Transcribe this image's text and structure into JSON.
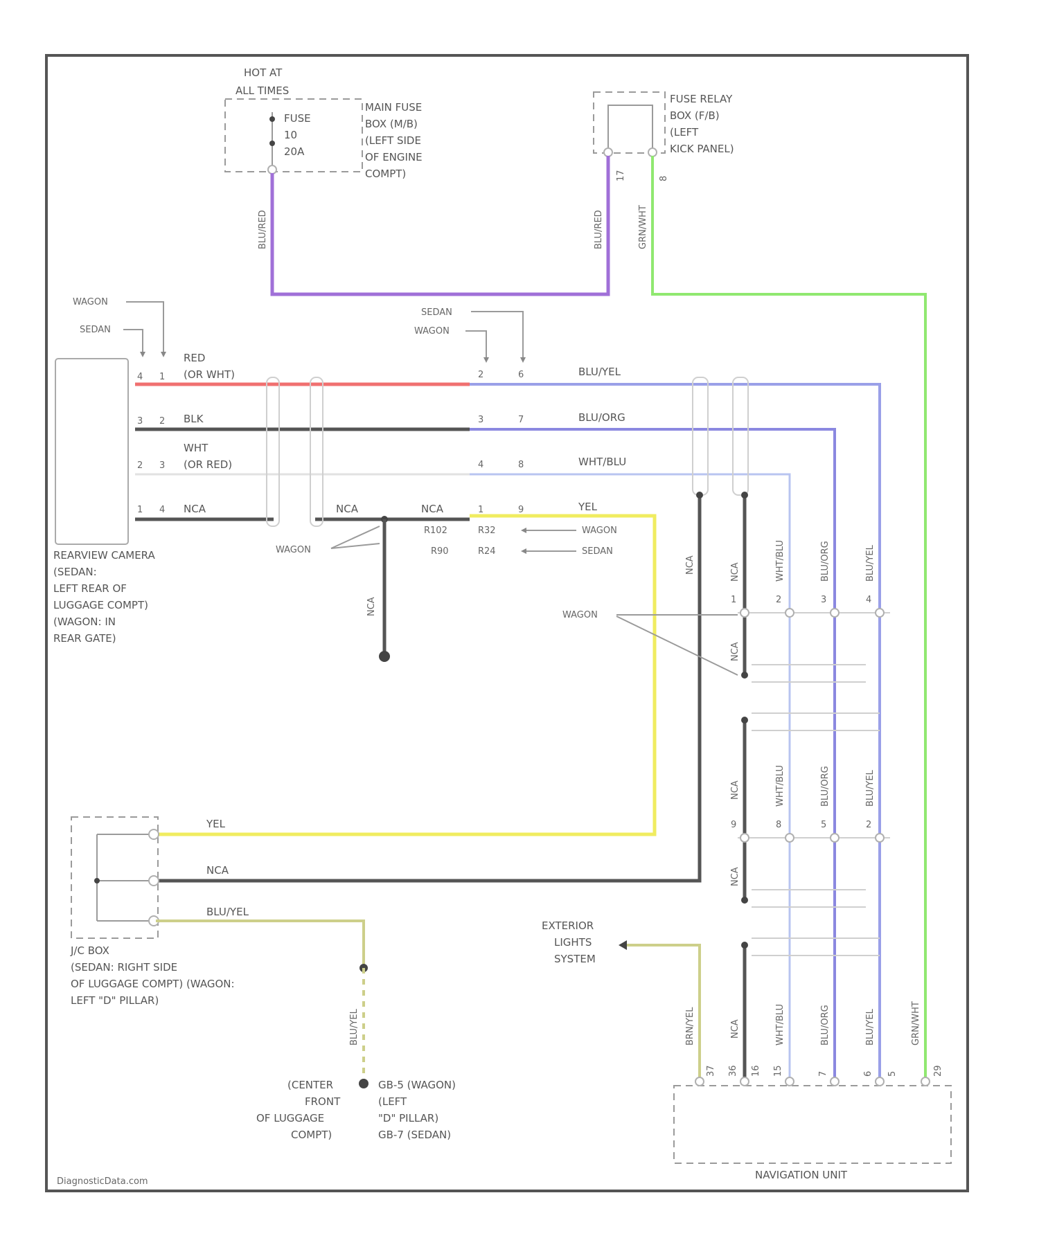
{
  "labels": {
    "hot_at_all_times": [
      "HOT AT",
      "ALL TIMES"
    ],
    "fuse": [
      "FUSE",
      "10",
      "20A"
    ],
    "main_fuse_box": [
      "MAIN FUSE",
      "BOX (M/B)",
      "(LEFT SIDE",
      "OF ENGINE",
      "COMPT)"
    ],
    "fuse_relay_box": [
      "FUSE RELAY",
      "BOX (F/B)",
      "(LEFT",
      "KICK PANEL)"
    ],
    "fuse_relay_pins": [
      "17",
      "8"
    ],
    "camera": [
      "REARVIEW CAMERA",
      "(SEDAN:",
      "LEFT REAR OF",
      "LUGGAGE COMPT)",
      "(WAGON: IN",
      "REAR GATE)"
    ],
    "jc_box": [
      "J/C BOX",
      "(SEDAN: RIGHT SIDE",
      "OF LUGGAGE COMPT) (WAGON:",
      "LEFT \"D\" PILLAR)"
    ],
    "ground_left": [
      "(CENTER",
      "FRONT",
      "OF LUGGAGE",
      "COMPT)"
    ],
    "ground_right": [
      "GB-5 (WAGON)",
      "(LEFT",
      "\"D\" PILLAR)",
      "GB-7 (SEDAN)"
    ],
    "exterior_lights": [
      "EXTERIOR",
      "LIGHTS",
      "SYSTEM"
    ],
    "navigation_unit": "NAVIGATION UNIT",
    "watermark": "DiagnosticData.com",
    "wagon": "WAGON",
    "sedan": "SEDAN",
    "wire_blu_red": "BLU/RED",
    "wire_grn_wht": "GRN/WHT",
    "wire_red": "RED",
    "wire_or_wht": "(OR WHT)",
    "wire_blk": "BLK",
    "wire_wht": "WHT",
    "wire_or_red": "(OR RED)",
    "wire_nca": "NCA",
    "wire_blu_yel": "BLU/YEL",
    "wire_blu_org": "BLU/ORG",
    "wire_wht_blu": "WHT/BLU",
    "wire_yel": "YEL",
    "wire_brn_yel": "BRN/YEL",
    "r102": "R102",
    "r90": "R90",
    "r32": "R32",
    "r24": "R24",
    "cam_pins_sedan": [
      "4",
      "3",
      "2",
      "1"
    ],
    "cam_pins_wagon": [
      "1",
      "2",
      "3",
      "4"
    ],
    "nav_pins": [
      "37",
      "36",
      "16",
      "15",
      "7",
      "6",
      "5",
      "29"
    ],
    "branch_pins_upper": [
      "1",
      "2",
      "3",
      "4"
    ],
    "branch_pins_lower": [
      "9",
      "8",
      "5",
      "2"
    ],
    "conn_pins_right_a": [
      "2",
      "3",
      "4",
      "1"
    ],
    "conn_pins_right_b": [
      "6",
      "7",
      "8",
      "9"
    ]
  }
}
